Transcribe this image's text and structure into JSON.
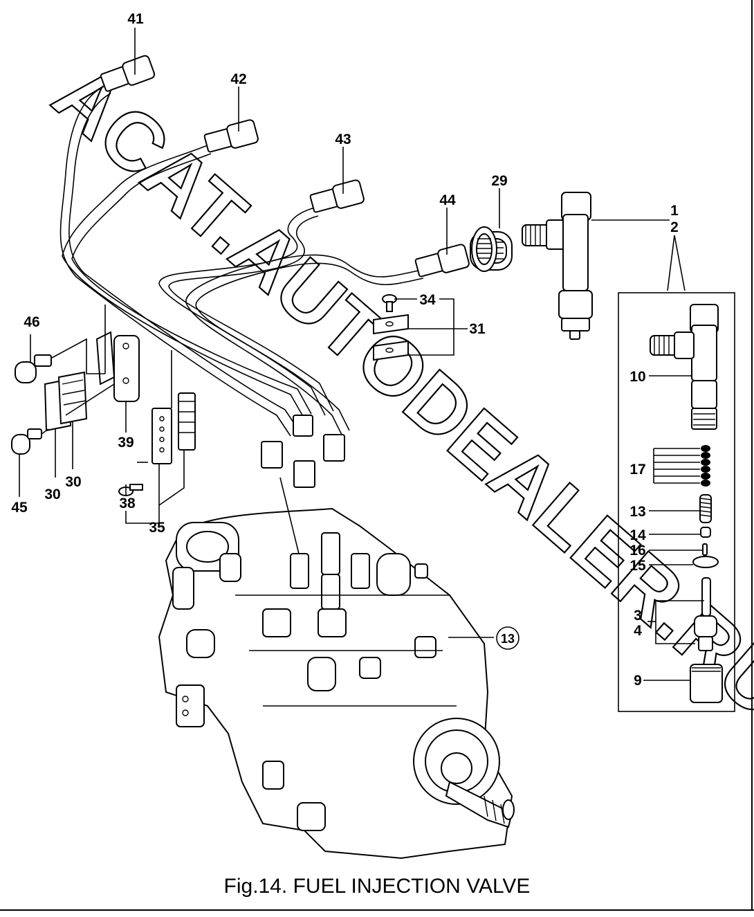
{
  "caption": "Fig.14.  FUEL INJECTION VALVE",
  "watermark": "ACAT.AUTODEALER.RU",
  "callouts": {
    "c41": "41",
    "c42": "42",
    "c43": "43",
    "c44": "44",
    "c29": "29",
    "c1": "1",
    "c2": "2",
    "c34": "34",
    "c31": "31",
    "c46": "46",
    "c10": "10",
    "c17": "17",
    "c13": "13",
    "c14": "14",
    "c16": "16",
    "c15": "15",
    "c3": "3",
    "c4": "4",
    "c9": "9",
    "c39": "39",
    "c30a": "30",
    "c30b": "30",
    "c45": "45",
    "c38": "38",
    "c35": "35",
    "c13pump": "13"
  }
}
